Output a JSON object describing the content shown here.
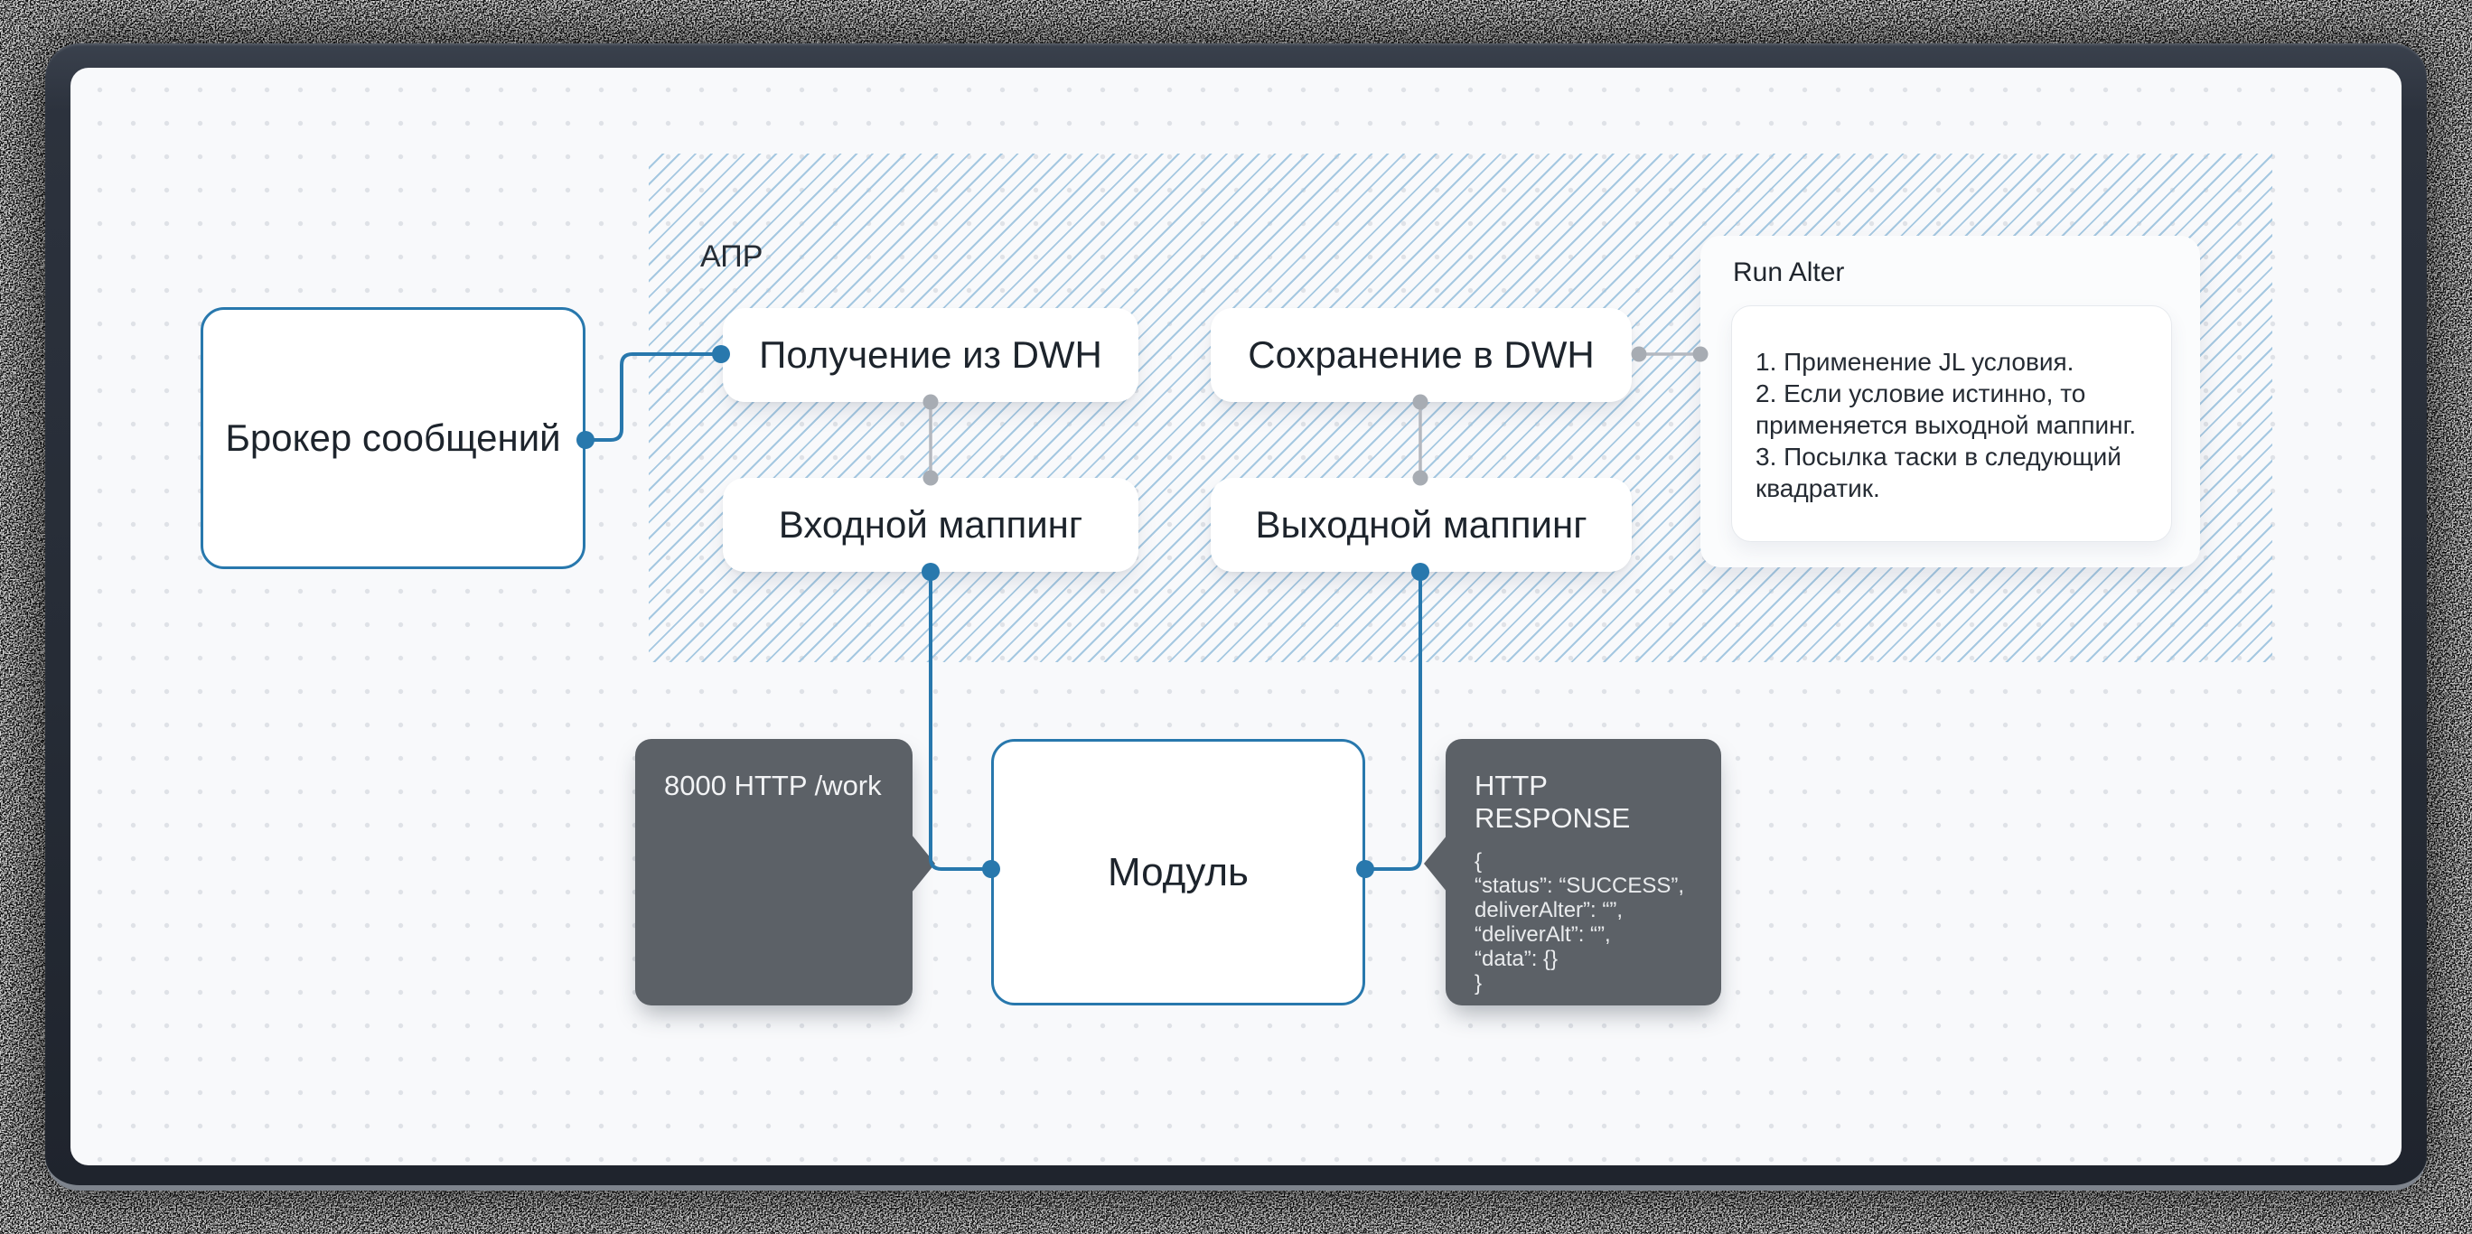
{
  "colors": {
    "accent_blue": "#2878ad",
    "connector_gray": "#b4b8bf",
    "connector_gray_dot": "#a7acb3",
    "bubble_gray": "#5c6167",
    "hatch_blue": "#a5c8e1",
    "canvas_bg": "#f8f9fb",
    "bezel": "#2a303a",
    "text_dark": "#1d242c"
  },
  "diagram": {
    "region_label": "АПР",
    "nodes": {
      "broker": {
        "label": "Брокер сообщений"
      },
      "get_dwh": {
        "label": "Получение из DWH"
      },
      "save_dwh": {
        "label": "Сохранение в DWH"
      },
      "input_mapping": {
        "label": "Входной маппинг"
      },
      "output_mapping": {
        "label": "Выходной маппинг"
      },
      "module": {
        "label": "Модуль"
      }
    },
    "note": {
      "title": "Run Alter",
      "body": "1. Применение JL условия.\n2. Если условие истинно, то\nприменяется выходной маппинг.\n3. Посылка таски в следующий\nквадратик."
    },
    "callouts": {
      "request": {
        "title": "8000 HTTP /work"
      },
      "response": {
        "title": "HTTP RESPONSE",
        "body": "{\n“status”: “SUCCESS”,\ndeliverAlter”: “”,\n“deliverAlt”: “”,\n“data”: {}\n}"
      }
    }
  }
}
